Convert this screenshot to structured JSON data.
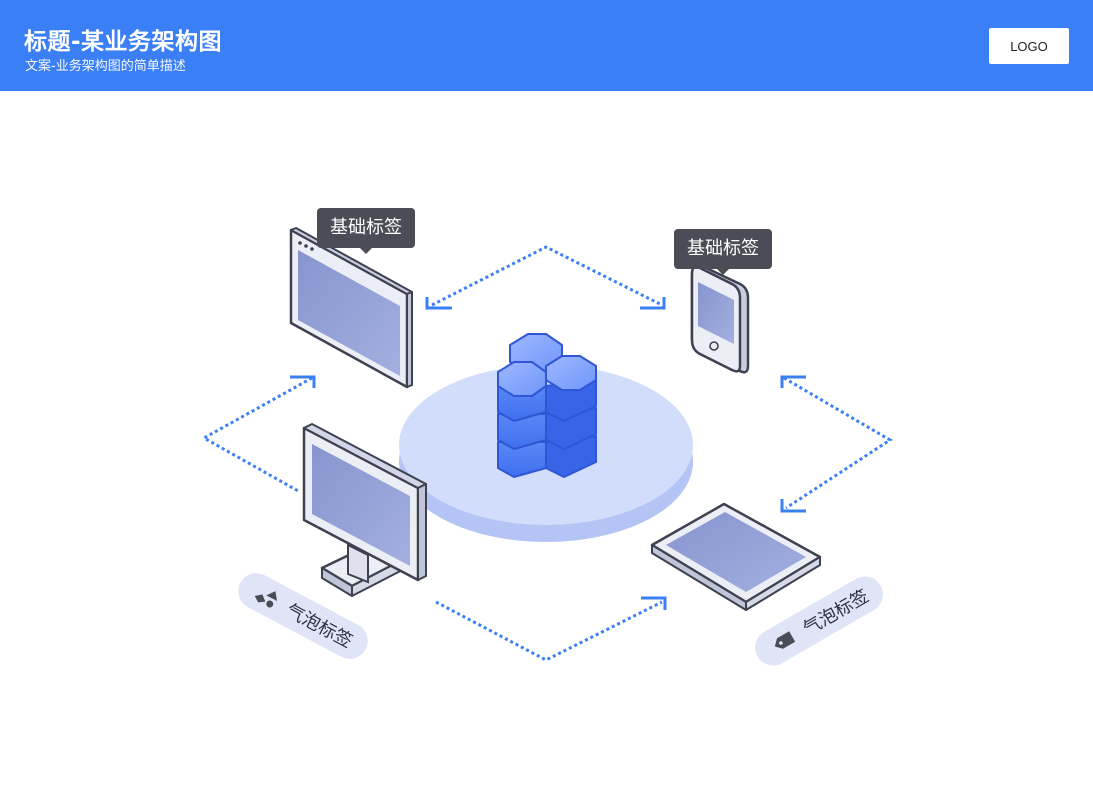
{
  "header": {
    "title": "标题-某业务架构图",
    "subtitle": "文案-业务架构图的简单描述",
    "logo": "LOGO"
  },
  "labels": {
    "tooltip_left": "基础标签",
    "tooltip_right": "基础标签",
    "bubble_left": "气泡标签",
    "bubble_right": "气泡标签"
  },
  "colors": {
    "header": "#3b7ff6",
    "arrow": "#3b7ff6",
    "device_screen": "#8e9dd2",
    "device_frame": "#e8eaf2",
    "platform": "#c9d6f8",
    "hexagon": "#4b7cf3",
    "tooltip_bg": "#4a4d55",
    "pill_bg": "#dfe4f7"
  },
  "icons": {
    "left_pill": "shapes-icon",
    "right_pill": "tag-icon"
  }
}
